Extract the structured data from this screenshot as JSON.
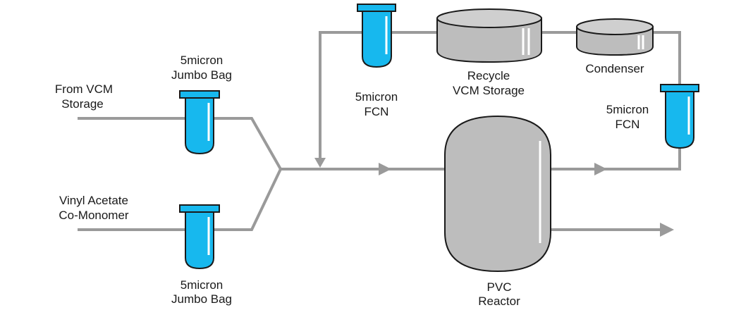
{
  "labels": {
    "from_vcm_line1": "From VCM",
    "from_vcm_line2": "Storage",
    "vinyl_line1": "Vinyl Acetate",
    "vinyl_line2": "Co-Monomer",
    "bag_top_line1": "5micron",
    "bag_top_line2": "Jumbo Bag",
    "bag_bottom_line1": "5micron",
    "bag_bottom_line2": "Jumbo Bag",
    "fcn_left_line1": "5micron",
    "fcn_left_line2": "FCN",
    "recycle_line1": "Recycle",
    "recycle_line2": "VCM Storage",
    "condenser": "Condenser",
    "fcn_right_line1": "5micron",
    "fcn_right_line2": "FCN",
    "reactor_line1": "PVC",
    "reactor_line2": "Reactor"
  },
  "colors": {
    "filter": "#17b8ee",
    "tank": "#bdbdbd",
    "pipe": "#9a9a9a"
  }
}
